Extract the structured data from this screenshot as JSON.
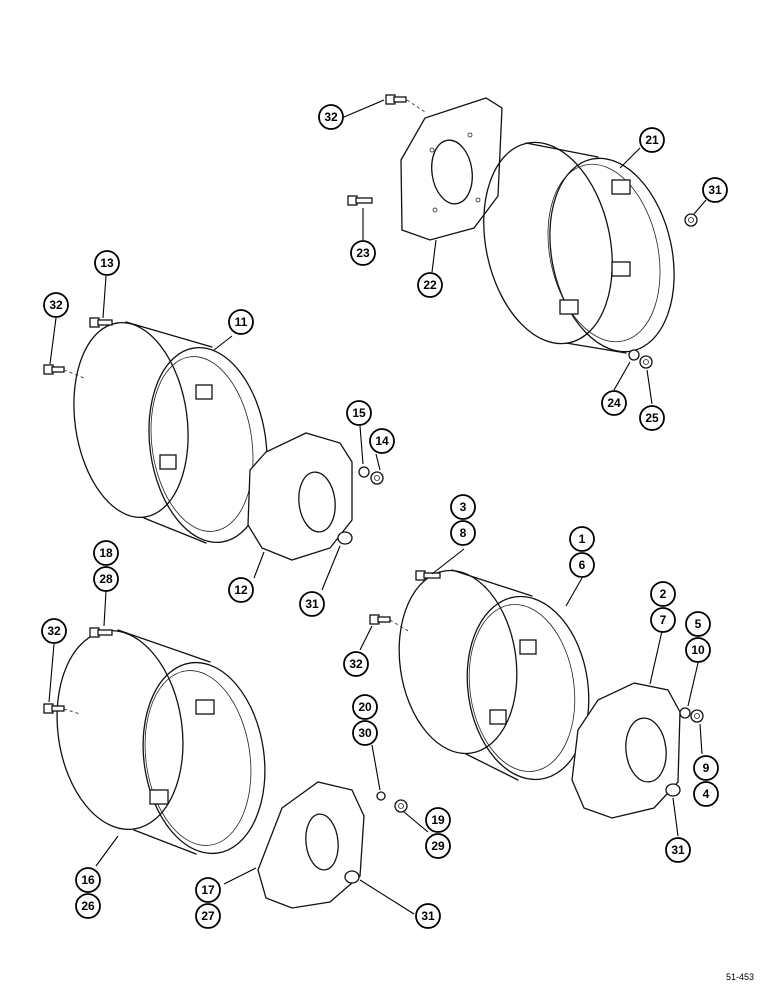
{
  "callouts": {
    "c32a": "32",
    "c23": "23",
    "c22": "22",
    "c21": "21",
    "c31a": "31",
    "c24": "24",
    "c25": "25",
    "c13": "13",
    "c32b": "32",
    "c11": "11",
    "c15": "15",
    "c14": "14",
    "c12": "12",
    "c31b": "31",
    "c3": "3",
    "c8": "8",
    "c1": "1",
    "c6": "6",
    "c2": "2",
    "c7": "7",
    "c5": "5",
    "c10": "10",
    "c32c": "32",
    "c9": "9",
    "c4": "4",
    "c31c": "31",
    "c18": "18",
    "c28": "28",
    "c32d": "32",
    "c20": "20",
    "c30": "30",
    "c19": "19",
    "c29": "29",
    "c16": "16",
    "c26": "26",
    "c17": "17",
    "c27": "27",
    "c31d": "31"
  },
  "reference": "51-453"
}
